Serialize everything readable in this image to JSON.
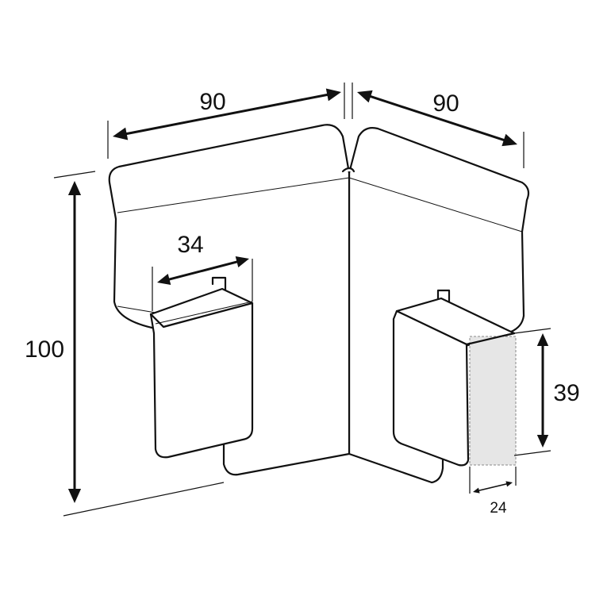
{
  "dimensions": {
    "width_left": "90",
    "width_right": "90",
    "height": "100",
    "clip_left": "34",
    "clip_right_height": "39",
    "clip_right_depth": "24"
  }
}
